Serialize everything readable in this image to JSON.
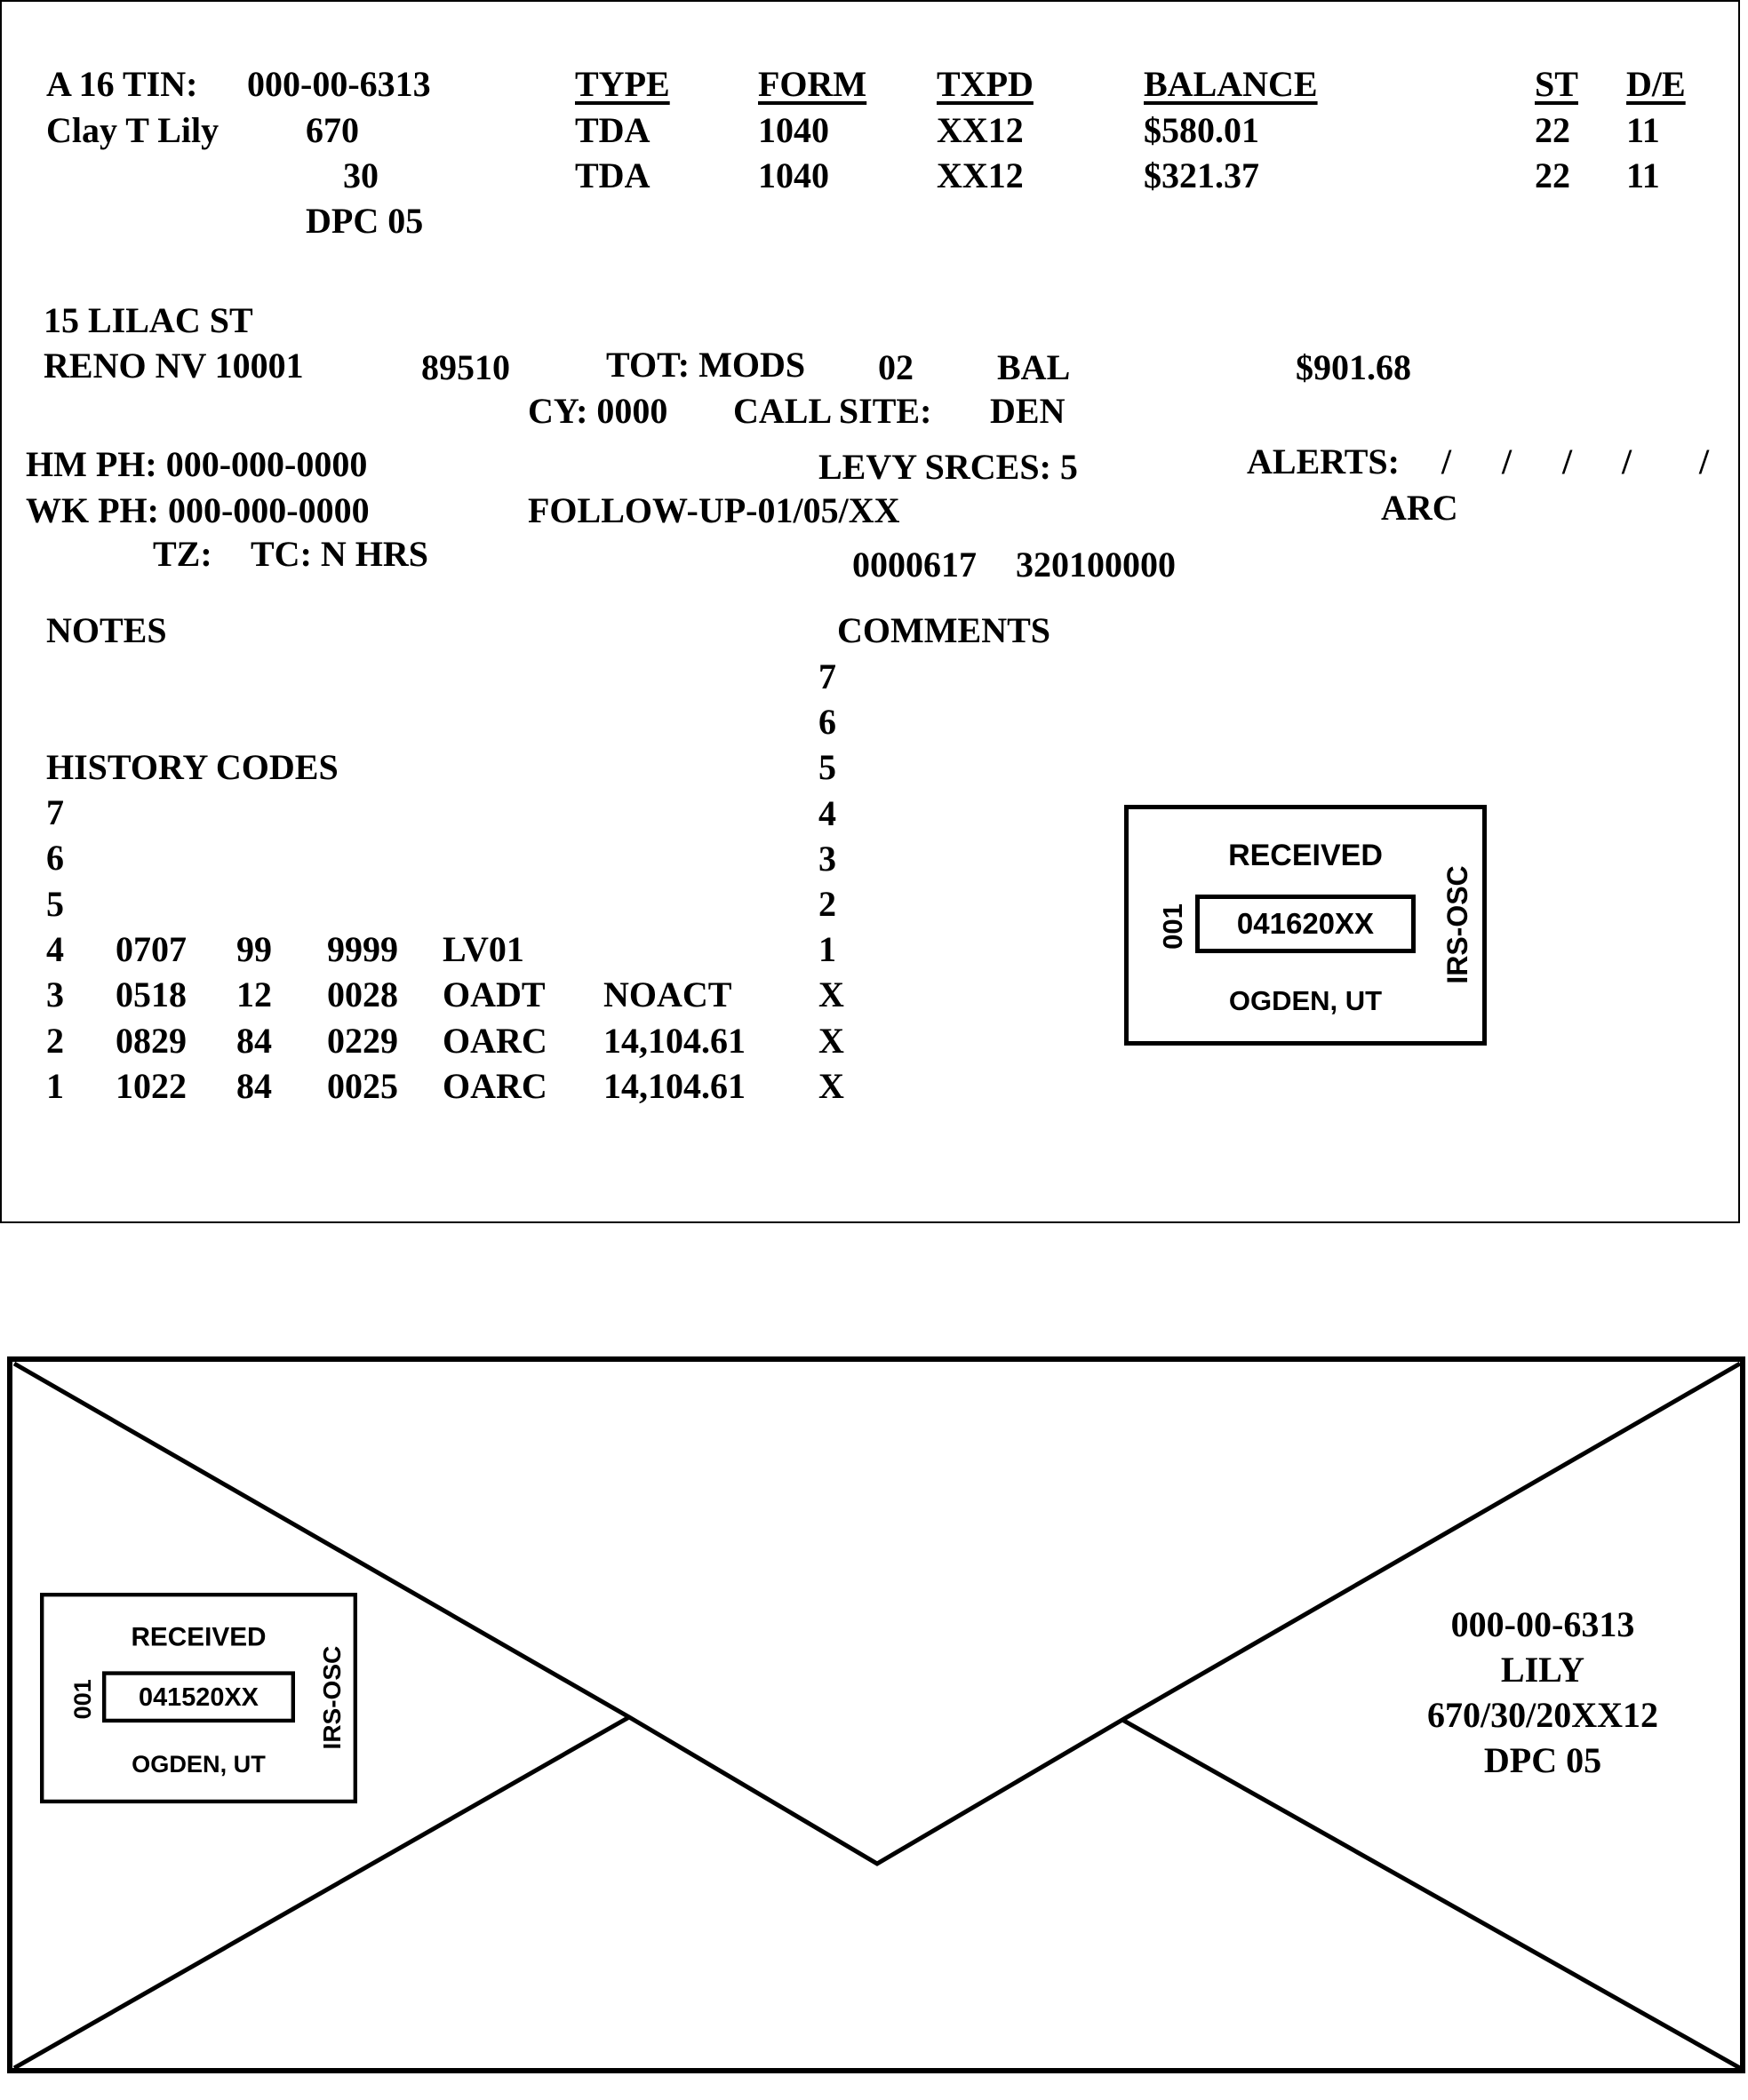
{
  "account": {
    "prefix": "A 16 TIN:",
    "tin": "000-00-6313",
    "name": "Clay T Lily",
    "code1": "670",
    "code2": "30",
    "dpc": "DPC 05"
  },
  "modules": {
    "headers": [
      "TYPE",
      "FORM",
      "TXPD",
      "BALANCE",
      "ST",
      "D/E"
    ],
    "rows": [
      [
        "TDA",
        "1040",
        "XX12",
        "$580.01",
        "22",
        "11"
      ],
      [
        "TDA",
        "1040",
        "XX12",
        "$321.37",
        "22",
        "11"
      ]
    ]
  },
  "address": {
    "street": "15 LILAC ST",
    "city": "RENO NV 10001",
    "zip": "89510"
  },
  "totals": {
    "mods_label": "TOT: MODS",
    "mods": "02",
    "bal_label": "BAL",
    "bal": "$901.68",
    "cy": "CY: 0000",
    "call_site_label": "CALL SITE:",
    "call_site": "DEN"
  },
  "contact": {
    "hm_ph": "HM PH: 000-000-0000",
    "wk_ph": "WK PH: 000-000-0000",
    "tz": "TZ:",
    "tc": "TC: N HRS",
    "levy": "LEVY SRCES: 5",
    "follow_up": "FOLLOW-UP-01/05/XX",
    "alerts_label": "ALERTS:",
    "alerts": [
      "/",
      "/",
      "/",
      "/",
      "/"
    ],
    "arc": "ARC",
    "ref1": "0000617",
    "ref2": "320100000"
  },
  "notes": {
    "label": "NOTES"
  },
  "comments": {
    "label": "COMMENTS",
    "lines": [
      "7",
      "6",
      "5",
      "4",
      "3",
      "2",
      "1",
      "X",
      "X",
      "X"
    ]
  },
  "history": {
    "label": "HISTORY CODES",
    "rows": [
      [
        "7"
      ],
      [
        "6"
      ],
      [
        "5"
      ],
      [
        "4",
        "0707",
        "99",
        "9999",
        "LV01",
        ""
      ],
      [
        "3",
        "0518",
        "12",
        "0028",
        "OADT",
        "NOACT"
      ],
      [
        "2",
        "0829",
        "84",
        "0229",
        "OARC",
        "14,104.61"
      ],
      [
        "1",
        "1022",
        "84",
        "0025",
        "OARC",
        "14,104.61"
      ]
    ]
  },
  "stamp_screen": {
    "received": "RECEIVED",
    "date": "041620XX",
    "city": "OGDEN, UT",
    "num": "001",
    "office": "IRS-OSC"
  },
  "envelope": {
    "stamp": {
      "received": "RECEIVED",
      "date": "041520XX",
      "city": "OGDEN, UT",
      "num": "001",
      "office": "IRS-OSC"
    },
    "lines": [
      "000-00-6313",
      "LILY",
      "670/30/20XX12",
      "DPC 05"
    ]
  }
}
